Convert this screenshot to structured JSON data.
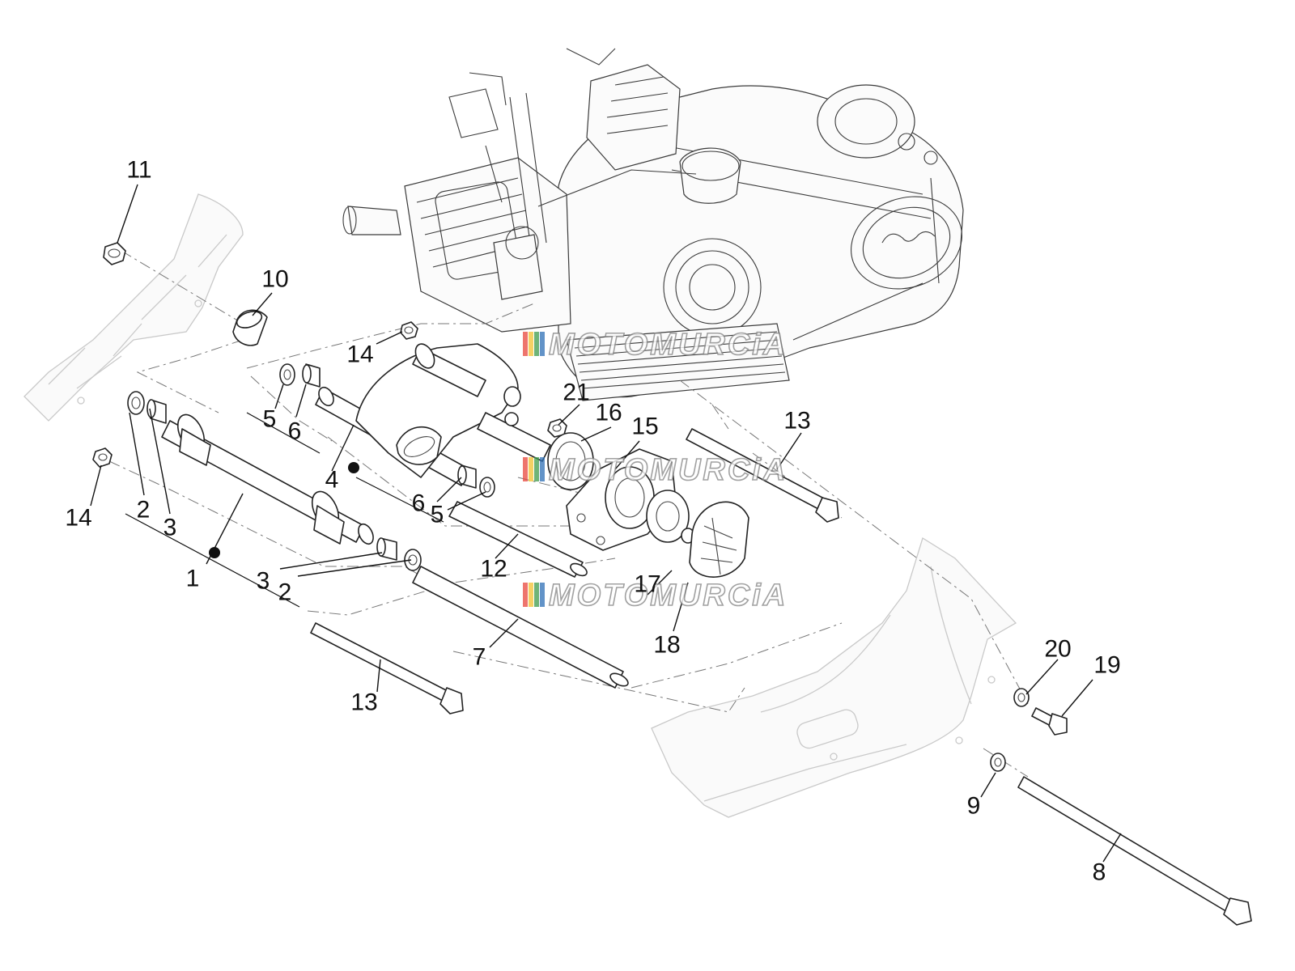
{
  "watermark": {
    "text": "MOTOMURCiA",
    "stripe_colors": [
      "#e8473c",
      "#f2c230",
      "#3f9b4a",
      "#2e6fb5"
    ]
  },
  "callouts": [
    {
      "id": "1",
      "label": "1"
    },
    {
      "id": "2a",
      "label": "2"
    },
    {
      "id": "2b",
      "label": "2"
    },
    {
      "id": "3a",
      "label": "3"
    },
    {
      "id": "3b",
      "label": "3"
    },
    {
      "id": "4",
      "label": "4"
    },
    {
      "id": "5a",
      "label": "5"
    },
    {
      "id": "5b",
      "label": "5"
    },
    {
      "id": "6a",
      "label": "6"
    },
    {
      "id": "6b",
      "label": "6"
    },
    {
      "id": "7",
      "label": "7"
    },
    {
      "id": "8",
      "label": "8"
    },
    {
      "id": "9",
      "label": "9"
    },
    {
      "id": "10",
      "label": "10"
    },
    {
      "id": "11",
      "label": "11"
    },
    {
      "id": "12",
      "label": "12"
    },
    {
      "id": "13a",
      "label": "13"
    },
    {
      "id": "13b",
      "label": "13"
    },
    {
      "id": "14a",
      "label": "14"
    },
    {
      "id": "14b",
      "label": "14"
    },
    {
      "id": "15",
      "label": "15"
    },
    {
      "id": "16",
      "label": "16"
    },
    {
      "id": "17",
      "label": "17"
    },
    {
      "id": "18",
      "label": "18"
    },
    {
      "id": "19",
      "label": "19"
    },
    {
      "id": "20",
      "label": "20"
    },
    {
      "id": "21",
      "label": "21"
    }
  ]
}
